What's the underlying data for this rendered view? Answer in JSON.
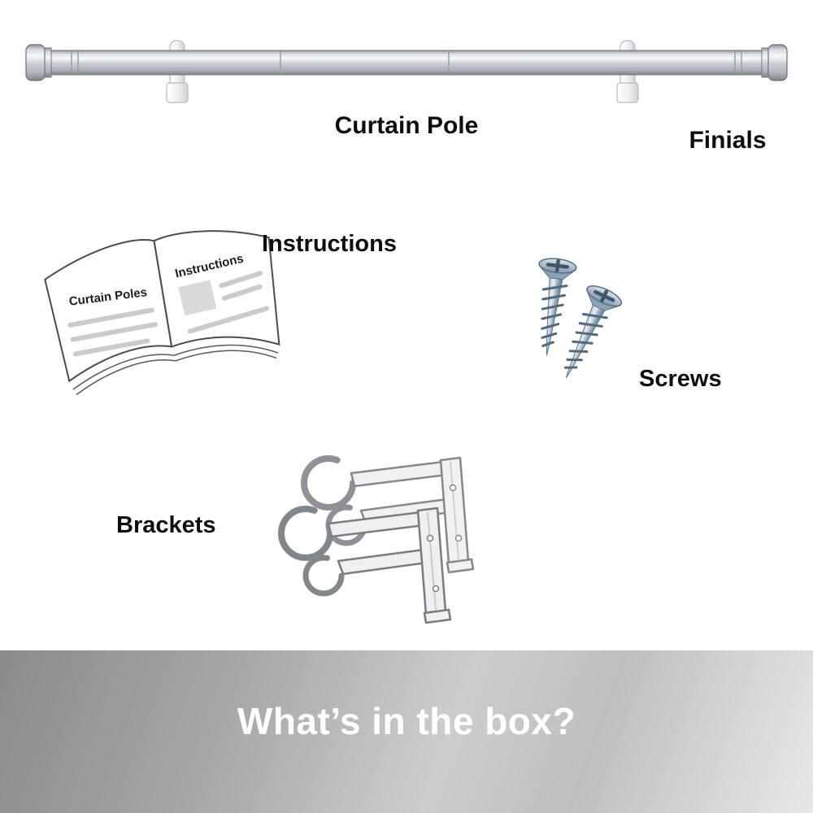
{
  "items": {
    "curtain_pole_label": "Curtain Pole",
    "finials_label": "Finials",
    "instructions_label": "Instructions",
    "screws_label": "Screws",
    "brackets_label": "Brackets"
  },
  "booklet": {
    "left_page_title": "Curtain Poles",
    "right_page_title": "Instructions"
  },
  "banner": {
    "title": "What’s in the box?"
  },
  "colors": {
    "label_text": "#0e0e0e",
    "banner_text": "#ffffff",
    "banner_gray_dark": "#8b8b8b",
    "banner_gray_light": "#e8e8e8",
    "pole_metal_light": "#f2f4f6",
    "pole_metal_dark": "#7e838a",
    "screw_steel": "#8ea4b7"
  }
}
